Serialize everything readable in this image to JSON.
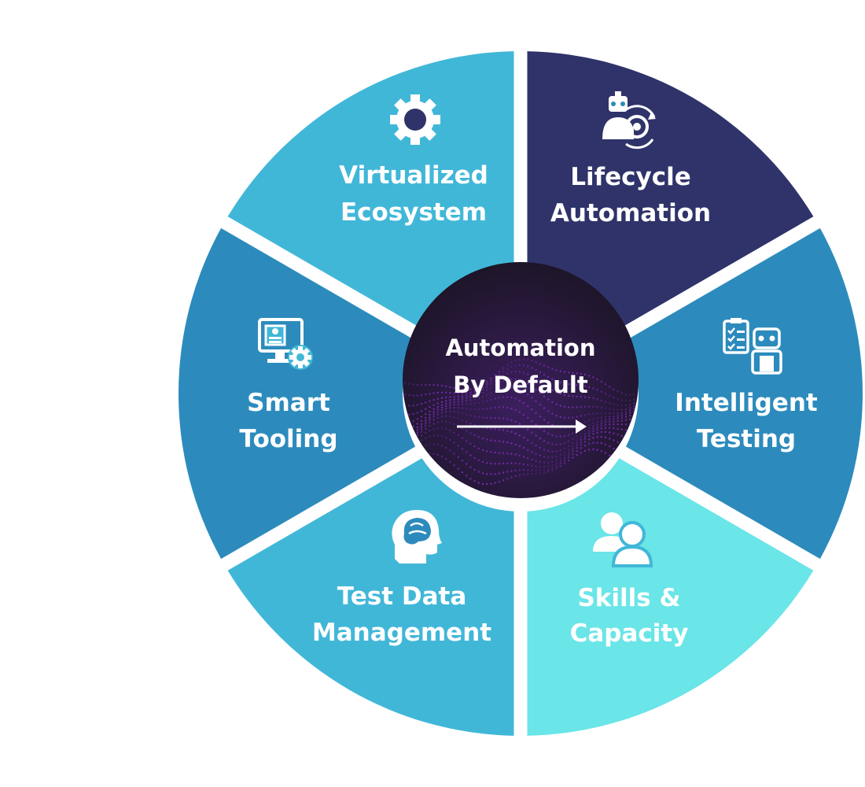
{
  "center": {
    "line1": "Automation",
    "line2": "By Default"
  },
  "segments": [
    {
      "id": "virtualized-ecosystem",
      "line1": "Virtualized",
      "line2": "Ecosystem",
      "icon": "gear-icon",
      "color": "#2f336a"
    },
    {
      "id": "lifecycle-automation",
      "line1": "Lifecycle",
      "line2": "Automation",
      "icon": "robot-cycle-icon",
      "color": "#2c8bbc"
    },
    {
      "id": "intelligent-testing",
      "line1": "Intelligent",
      "line2": "Testing",
      "icon": "checklist-robot-icon",
      "color": "#6ae5e8"
    },
    {
      "id": "skills-capacity",
      "line1": "Skills &",
      "line2": "Capacity",
      "icon": "users-icon",
      "color": "#41b7d8"
    },
    {
      "id": "test-data-management",
      "line1": "Test Data",
      "line2": "Management",
      "icon": "brain-head-icon",
      "color": "#2c8bbc"
    },
    {
      "id": "smart-tooling",
      "line1": "Smart",
      "line2": "Tooling",
      "icon": "monitor-gear-icon",
      "color": "#41b7d8"
    }
  ],
  "colors": {
    "hub": "#231a33",
    "hub_glow": "#8b2fc9",
    "text": "#ffffff"
  }
}
